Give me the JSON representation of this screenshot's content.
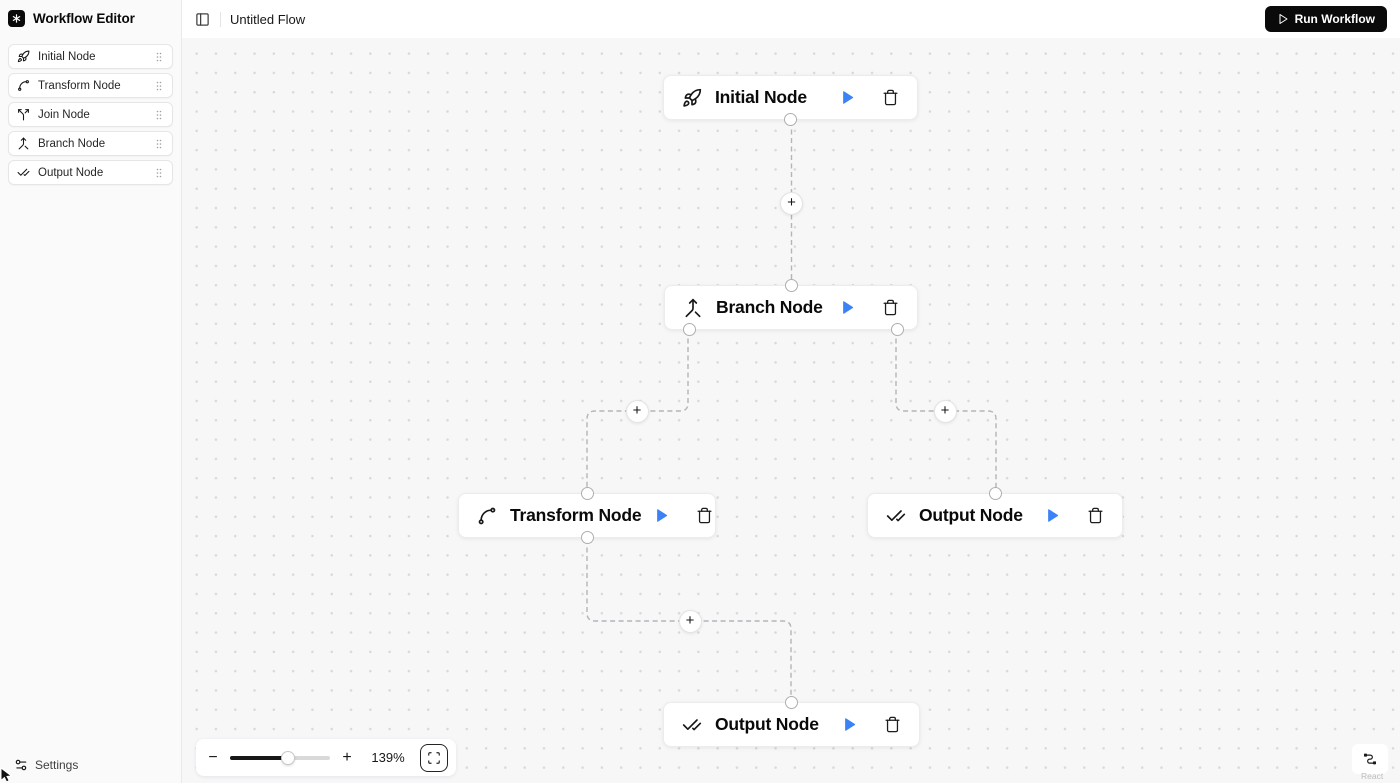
{
  "app": {
    "title": "Workflow Editor"
  },
  "topbar": {
    "flow_name": "Untitled Flow",
    "run_button_label": "Run Workflow"
  },
  "sidebar": {
    "items": [
      {
        "label": "Initial Node",
        "icon": "rocket-icon"
      },
      {
        "label": "Transform Node",
        "icon": "spline-icon"
      },
      {
        "label": "Join Node",
        "icon": "split-arrows-icon"
      },
      {
        "label": "Branch Node",
        "icon": "merge-arrows-icon"
      },
      {
        "label": "Output Node",
        "icon": "double-check-icon"
      }
    ],
    "settings_label": "Settings"
  },
  "canvas": {
    "nodes": [
      {
        "label": "Initial Node",
        "icon": "rocket-icon"
      },
      {
        "label": "Branch Node",
        "icon": "merge-arrows-icon"
      },
      {
        "label": "Transform Node",
        "icon": "spline-icon"
      },
      {
        "label": "Output Node",
        "icon": "double-check-icon"
      },
      {
        "label": "Output Node",
        "icon": "double-check-icon"
      }
    ],
    "plus_label": "+"
  },
  "controls": {
    "zoom_out_label": "−",
    "zoom_in_label": "+",
    "zoom_percent": "139%"
  },
  "attribution": {
    "label": "React Flow"
  },
  "colors": {
    "accent_blue": "#3b82f6",
    "button_black": "#0a0a0a",
    "canvas_bg": "#f7f7f8",
    "edge_gray": "#b4b4ba"
  }
}
